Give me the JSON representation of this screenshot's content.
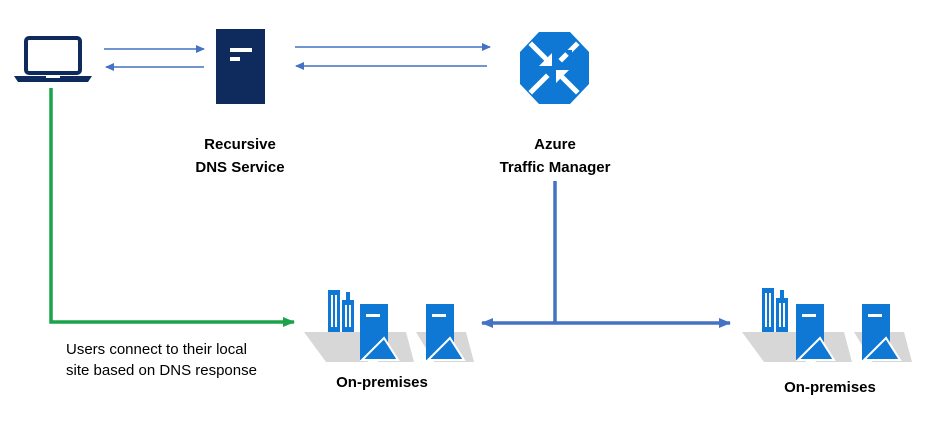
{
  "nodes": {
    "client": {
      "icon": "laptop-icon"
    },
    "dns": {
      "line1": "Recursive",
      "line2": "DNS Service",
      "icon": "server-icon"
    },
    "traffic_manager": {
      "line1": "Azure",
      "line2": "Traffic Manager",
      "icon": "traffic-manager-icon"
    },
    "site_left": {
      "label": "On-premises",
      "icon": "on-premises-datacenter-icon"
    },
    "site_right": {
      "label": "On-premises",
      "icon": "on-premises-datacenter-icon"
    }
  },
  "annotations": {
    "user_connect_line1": "Users connect to their local",
    "user_connect_line2": "site based on DNS response"
  },
  "colors": {
    "navy": "#0f2a5c",
    "azure_blue": "#0f78d4",
    "arrow_blue": "#4472c4",
    "green": "#1aa34a",
    "shadow_gray": "#d7d7d7"
  }
}
